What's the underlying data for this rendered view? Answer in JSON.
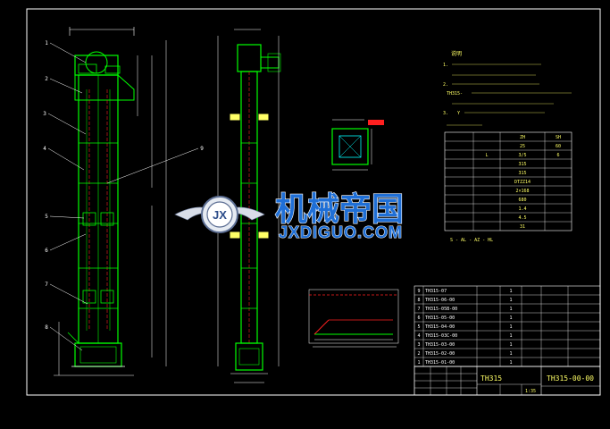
{
  "colors": {
    "background": "#000000",
    "frame": "#ffffff",
    "structure": "#00ff00",
    "dimension": "#ffffff",
    "accent_red": "#ff2020",
    "hatch": "#00ffff",
    "text": "#ffff66",
    "watermark_blue": "#1f6fd6"
  },
  "balloons": [
    "1",
    "2",
    "3",
    "4",
    "9",
    "5",
    "6",
    "7",
    "8"
  ],
  "watermark": {
    "text_cn": "机械帝国",
    "text_en": "JXDIGUO.COM",
    "emblem_letters": "JX"
  },
  "notes_title": "说明",
  "notes": [
    "1.",
    "2.",
    "TH315-",
    "3.",
    "Y"
  ],
  "spec_table": {
    "header": [
      "",
      "",
      "ZH",
      "SH"
    ],
    "rows": [
      [
        "",
        "",
        "25",
        "60"
      ],
      [
        "",
        "L",
        "3/5",
        "6"
      ],
      [
        "",
        "",
        "315",
        ""
      ],
      [
        "",
        "",
        "315",
        ""
      ],
      [
        "",
        "",
        "DTZZ14",
        ""
      ],
      [
        "",
        "",
        "2×168",
        ""
      ],
      [
        "",
        "",
        "680",
        ""
      ],
      [
        "",
        "",
        "1.4",
        ""
      ],
      [
        "",
        "",
        "4.5",
        ""
      ],
      [
        "",
        "",
        "31",
        ""
      ]
    ],
    "footer": "S - AL - AZ - HL"
  },
  "parts_list": [
    [
      "9",
      "TH315-07",
      "1"
    ],
    [
      "8",
      "TH315-06-00",
      "1"
    ],
    [
      "7",
      "TH315-05B-00",
      "1"
    ],
    [
      "6",
      "TH315-05-00",
      "1"
    ],
    [
      "5",
      "TH315-04-00",
      "1"
    ],
    [
      "4",
      "TH315-03C-00",
      "1"
    ],
    [
      "3",
      "TH315-03-00",
      "1"
    ],
    [
      "2",
      "TH315-02-00",
      "1"
    ],
    [
      "1",
      "TH315-01-00",
      "1"
    ]
  ],
  "title_block": {
    "drawing_title": "TH315",
    "drawing_number": "TH315-00-00",
    "scale": "1:35"
  }
}
